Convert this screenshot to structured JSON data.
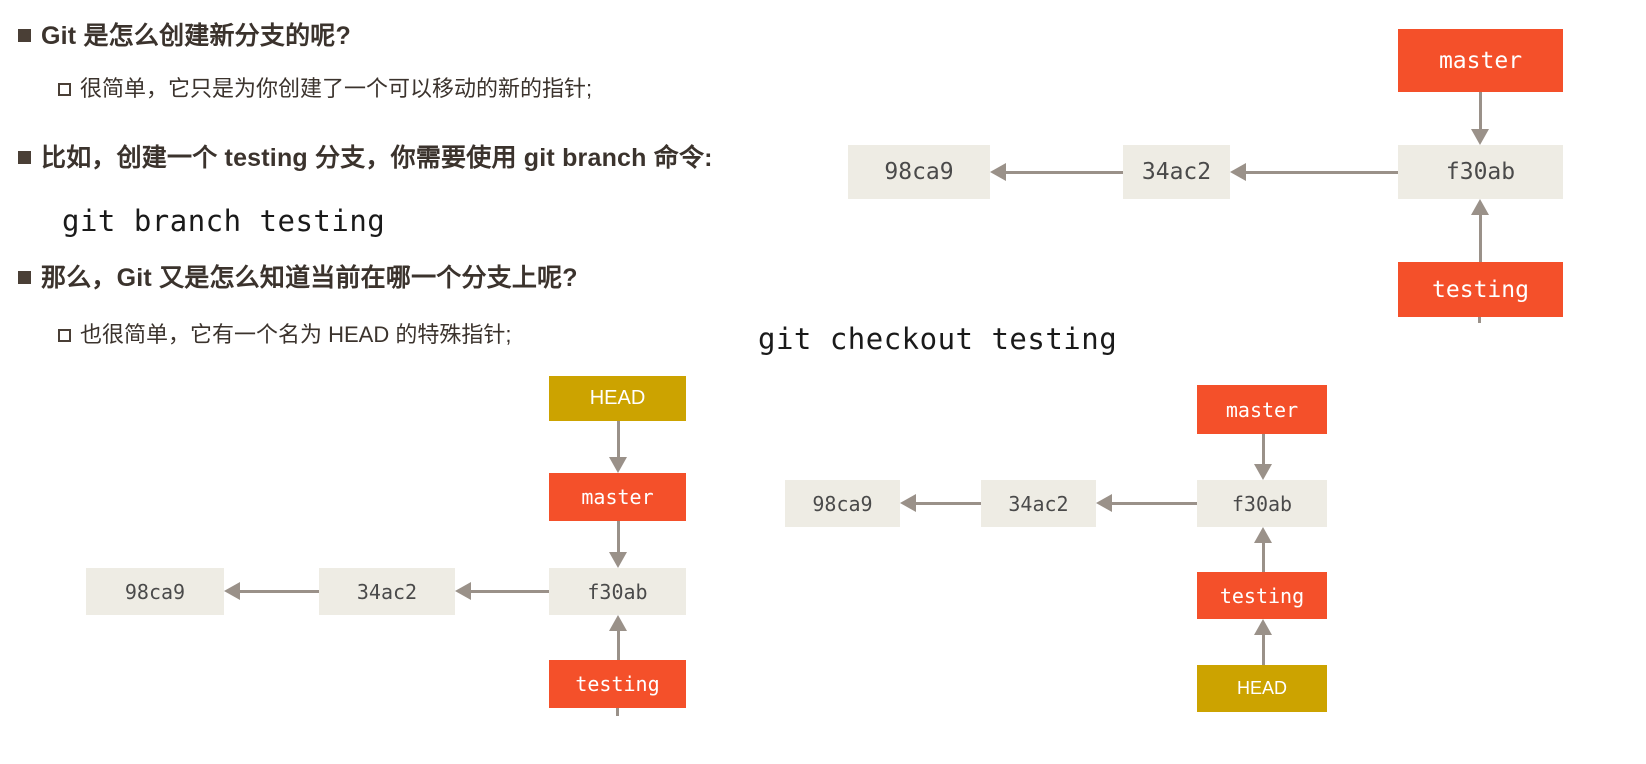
{
  "slide": {
    "title_text_blocks": [
      {
        "level": 1,
        "text": "Git 是怎么创建新分支的呢?"
      },
      {
        "level": 2,
        "text": "很简单，它只是为你创建了一个可以移动的新的指针;"
      },
      {
        "level": 1,
        "text": "比如，创建一个 testing 分支，你需要使用 git branch 命令:"
      },
      {
        "level": 1,
        "text": "那么，Git 又是怎么知道当前在哪一个分支上呢?"
      },
      {
        "level": 2,
        "text": "也很简单，它有一个名为 HEAD 的特殊指针;"
      }
    ],
    "commands": {
      "branch_cmd": "git branch testing",
      "checkout_cmd": "git checkout testing"
    },
    "colors": {
      "branch_red": "#f4502a",
      "head_gold": "#cca300",
      "commit_gray": "#eeece4",
      "arrow_gray": "#9a9189",
      "text_dark": "#3b332d",
      "background": "#ffffff"
    },
    "diagrams": [
      {
        "id": "top-right-after-branch",
        "caption": "",
        "nodes": [
          {
            "name": "master",
            "type": "branch"
          },
          {
            "name": "f30ab",
            "type": "commit"
          },
          {
            "name": "34ac2",
            "type": "commit"
          },
          {
            "name": "98ca9",
            "type": "commit"
          },
          {
            "name": "testing",
            "type": "branch"
          }
        ]
      },
      {
        "id": "bottom-left-head-on-master",
        "caption": "",
        "nodes": [
          {
            "name": "HEAD",
            "type": "head"
          },
          {
            "name": "master",
            "type": "branch"
          },
          {
            "name": "f30ab",
            "type": "commit"
          },
          {
            "name": "34ac2",
            "type": "commit"
          },
          {
            "name": "98ca9",
            "type": "commit"
          },
          {
            "name": "testing",
            "type": "branch"
          }
        ]
      },
      {
        "id": "bottom-right-head-on-testing",
        "caption": "git checkout testing",
        "nodes": [
          {
            "name": "master",
            "type": "branch"
          },
          {
            "name": "f30ab",
            "type": "commit"
          },
          {
            "name": "34ac2",
            "type": "commit"
          },
          {
            "name": "98ca9",
            "type": "commit"
          },
          {
            "name": "testing",
            "type": "branch"
          },
          {
            "name": "HEAD",
            "type": "head"
          }
        ]
      }
    ]
  }
}
